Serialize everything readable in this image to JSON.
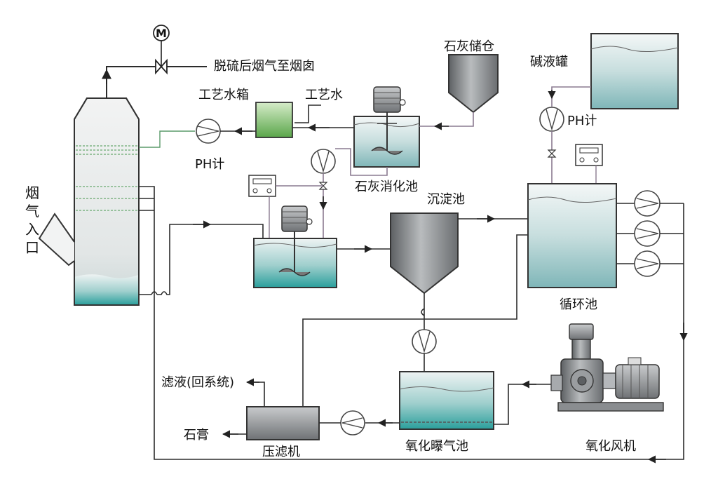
{
  "labels": {
    "motor": "M",
    "flue_gas_out": "脱硫后烟气至烟囱",
    "flue_gas_in": [
      "烟",
      "气",
      "入",
      "口"
    ],
    "process_water_tank": "工艺水箱",
    "process_water": "工艺水",
    "ph_meter_left": "PH计",
    "lime_silo": "石灰储仓",
    "lime_slaking_tank": "石灰消化池",
    "alkali_tank": "碱液罐",
    "ph_meter_right": "PH计",
    "sedimentation_tank": "沉淀池",
    "circulation_tank": "循环池",
    "filtrate": "滤液(回系统)",
    "gypsum": "石膏",
    "filter_press": "压滤机",
    "oxidation_aeration_tank": "氧化曝气池",
    "oxidation_blower": "氧化风机"
  },
  "colors": {
    "liquid": "#3aa7a4",
    "tank_fill": "#e3e6e6",
    "green_box": "#6fb55f",
    "gray_body": "#8a8d90"
  }
}
